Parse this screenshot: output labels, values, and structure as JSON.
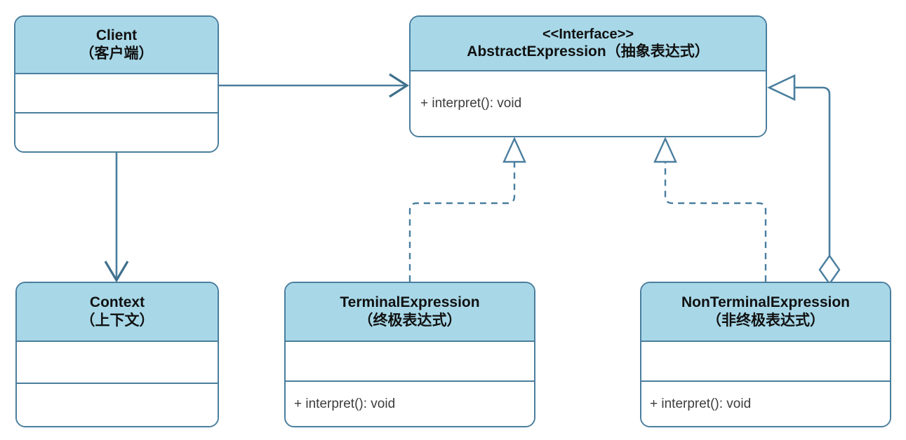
{
  "diagram": {
    "title": "Interpreter Pattern UML Class Diagram",
    "colors": {
      "header_fill": "#a8d8e8",
      "border": "#4a7e9e",
      "body_fill": "#ffffff",
      "title_text": "#111111",
      "member_text": "#3c3c3c",
      "background": "#ffffff"
    }
  },
  "classes": {
    "client": {
      "stereotype": "",
      "name": "Client",
      "name_cn": "（客户端）",
      "attributes": "",
      "operations": ""
    },
    "abstract_expression": {
      "stereotype": "<<Interface>>",
      "name": "AbstractExpression（抽象表达式）",
      "name_cn": "",
      "operations": "+ interpret(): void"
    },
    "context": {
      "stereotype": "",
      "name": "Context",
      "name_cn": "（上下文）",
      "attributes": "",
      "operations": ""
    },
    "terminal_expression": {
      "stereotype": "",
      "name": "TerminalExpression",
      "name_cn": "（终极表达式）",
      "attributes": "",
      "operations": "+ interpret(): void"
    },
    "nonterminal_expression": {
      "stereotype": "",
      "name": "NonTerminalExpression",
      "name_cn": "（非终极表达式）",
      "attributes": "",
      "operations": "+ interpret(): void"
    }
  },
  "relationships": [
    {
      "id": "client-to-abstractexpression",
      "type": "association",
      "line": "solid",
      "source": "Client",
      "target": "AbstractExpression",
      "source_marker": "none",
      "target_marker": "open-arrow",
      "label": ""
    },
    {
      "id": "client-to-context",
      "type": "association",
      "line": "solid",
      "source": "Client",
      "target": "Context",
      "source_marker": "none",
      "target_marker": "open-arrow",
      "label": ""
    },
    {
      "id": "terminalexpression-realizes-abstractexpression",
      "type": "realization",
      "line": "dashed",
      "source": "TerminalExpression",
      "target": "AbstractExpression",
      "source_marker": "none",
      "target_marker": "hollow-triangle",
      "label": ""
    },
    {
      "id": "nonterminalexpression-realizes-abstractexpression",
      "type": "realization",
      "line": "dashed",
      "source": "NonTerminalExpression",
      "target": "AbstractExpression",
      "source_marker": "none",
      "target_marker": "hollow-triangle",
      "label": ""
    },
    {
      "id": "nonterminalexpression-aggregates-abstractexpression",
      "type": "aggregation",
      "line": "solid",
      "source": "NonTerminalExpression",
      "target": "AbstractExpression",
      "source_marker": "hollow-diamond",
      "target_marker": "hollow-triangle",
      "label": ""
    }
  ]
}
